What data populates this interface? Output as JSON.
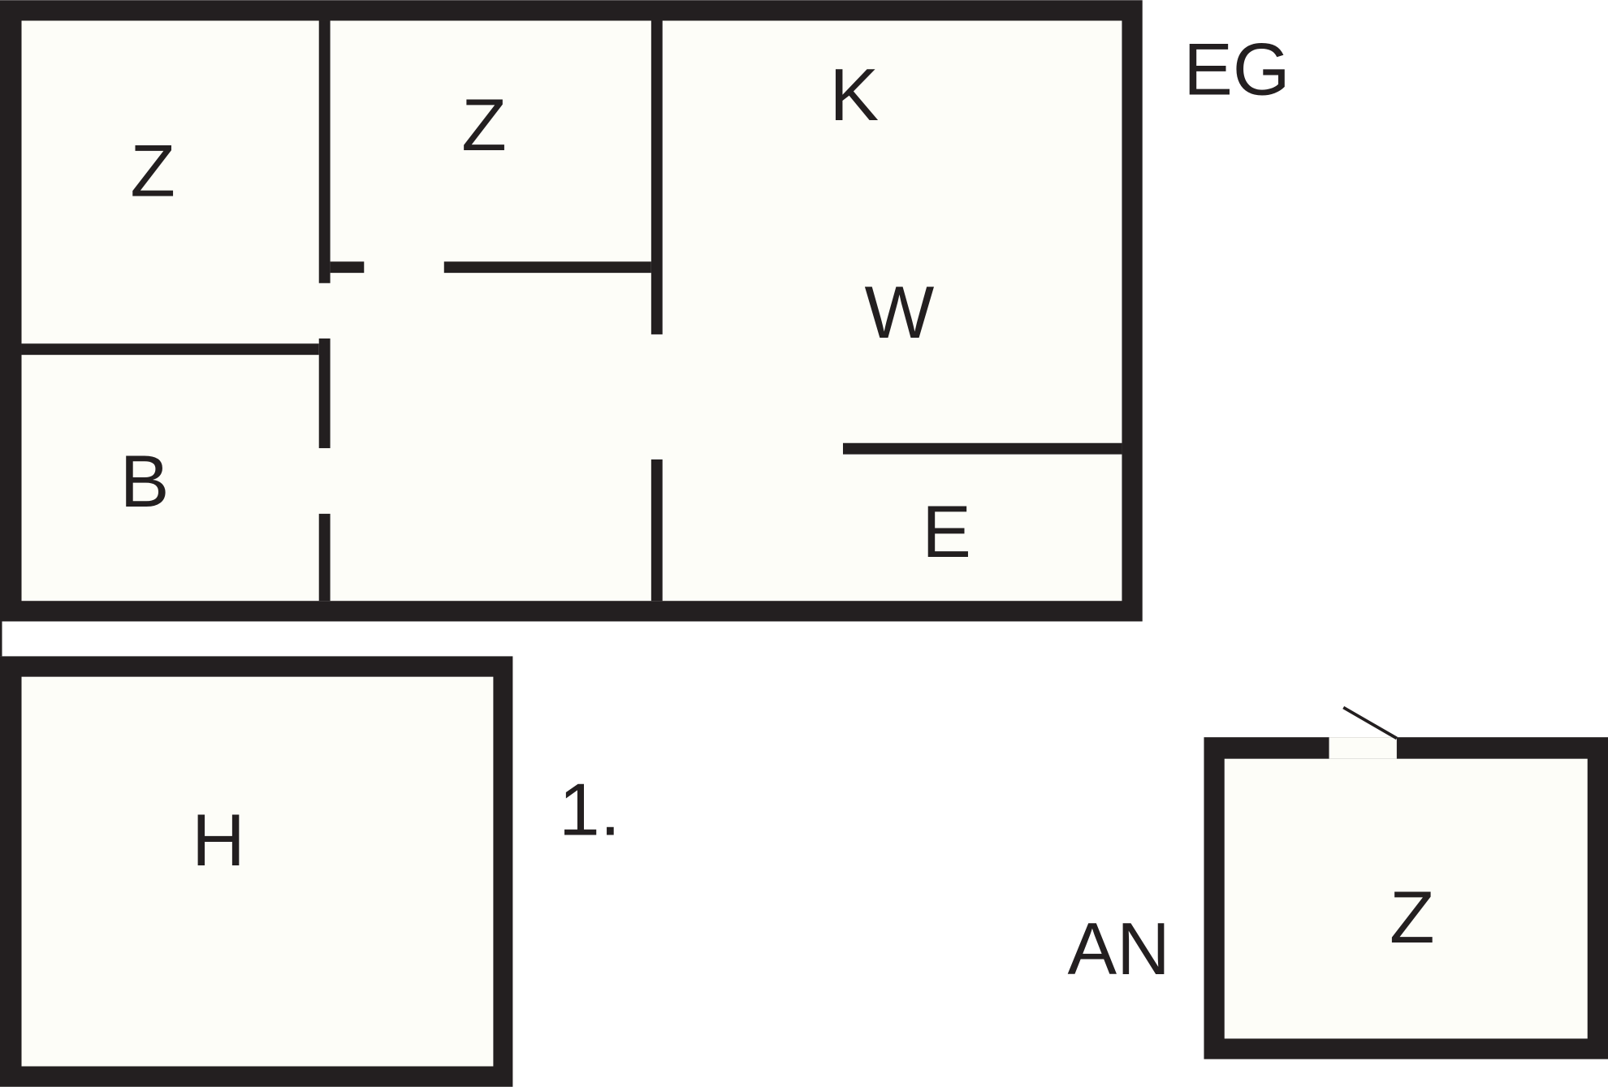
{
  "floors": {
    "ground": {
      "label": "EG",
      "rooms": [
        {
          "label": "Z"
        },
        {
          "label": "Z"
        },
        {
          "label": "K"
        },
        {
          "label": "W"
        },
        {
          "label": "B"
        },
        {
          "label": "E"
        }
      ]
    },
    "first": {
      "label": "1.",
      "rooms": [
        {
          "label": "H"
        }
      ]
    },
    "annex": {
      "label": "AN",
      "rooms": [
        {
          "label": "Z"
        }
      ]
    }
  },
  "colors": {
    "wall": "#231f20",
    "floor": "#fdfdf8",
    "background": "#ffffff"
  }
}
